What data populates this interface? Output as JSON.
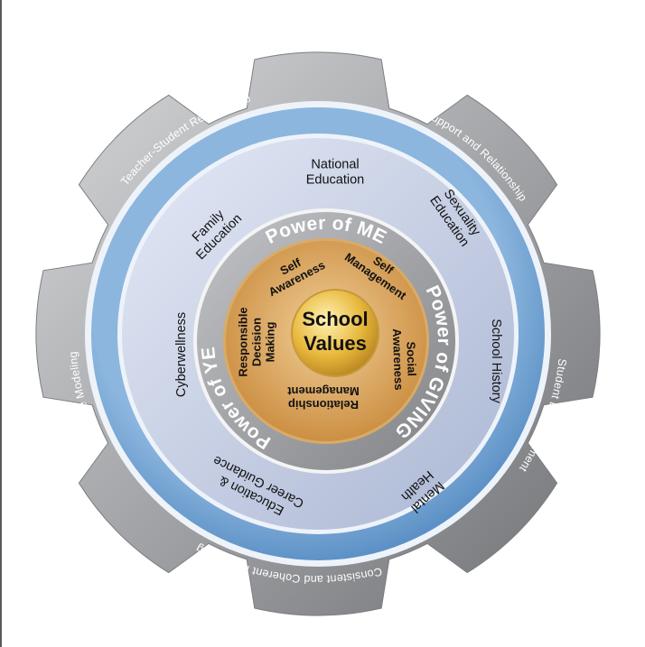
{
  "diagram": {
    "center": {
      "lines": [
        "School",
        "Values"
      ]
    },
    "core_competencies": [
      {
        "id": "self-awareness",
        "lines": [
          "Self",
          "Awareness"
        ]
      },
      {
        "id": "self-management",
        "lines": [
          "Self",
          "Management"
        ]
      },
      {
        "id": "social-awareness",
        "lines": [
          "Social",
          "Awareness"
        ]
      },
      {
        "id": "relationship-management",
        "lines": [
          "Relationship",
          "Management"
        ]
      },
      {
        "id": "responsible-decision-making",
        "lines": [
          "Responsible",
          "Decision",
          "Making"
        ]
      }
    ],
    "powers": [
      {
        "id": "me",
        "label": "Power of ME"
      },
      {
        "id": "giving",
        "label": "Power of GIVING"
      },
      {
        "id": "yet",
        "label": "Power of YET"
      }
    ],
    "programmes": [
      {
        "id": "national-education",
        "lines": [
          "National",
          "Education"
        ]
      },
      {
        "id": "sexuality-education",
        "lines": [
          "Sexuality",
          "Education"
        ]
      },
      {
        "id": "school-history",
        "lines": [
          "School History"
        ]
      },
      {
        "id": "mental-health",
        "lines": [
          "Mental",
          "Health"
        ]
      },
      {
        "id": "career-guidance",
        "lines": [
          "Education &",
          "Career Guidance"
        ]
      },
      {
        "id": "cyberwellness",
        "lines": [
          "Cyberwellness"
        ]
      },
      {
        "id": "family-education",
        "lines": [
          "Family",
          "Education"
        ]
      }
    ],
    "belt": [
      {
        "id": "teacher-student",
        "label": "Teacher-Student Relationship"
      },
      {
        "id": "peer-support",
        "label": "Peer Support and Relationship"
      },
      {
        "id": "student-empowerment",
        "label": "Student Empowerment"
      },
      {
        "id": "consistent-messaging",
        "label": "Consistent and Coherent Messaging"
      },
      {
        "id": "staff-role-modeling",
        "label": "Staff Role Modeling"
      }
    ],
    "colors": {
      "gear": "#a7a8ab",
      "belt": "#6fa0cf",
      "outer_ring": "#c9d3ea",
      "power_ring": "#9a9ba0",
      "core": "#d59a4c",
      "center": "#e3b43c"
    }
  }
}
